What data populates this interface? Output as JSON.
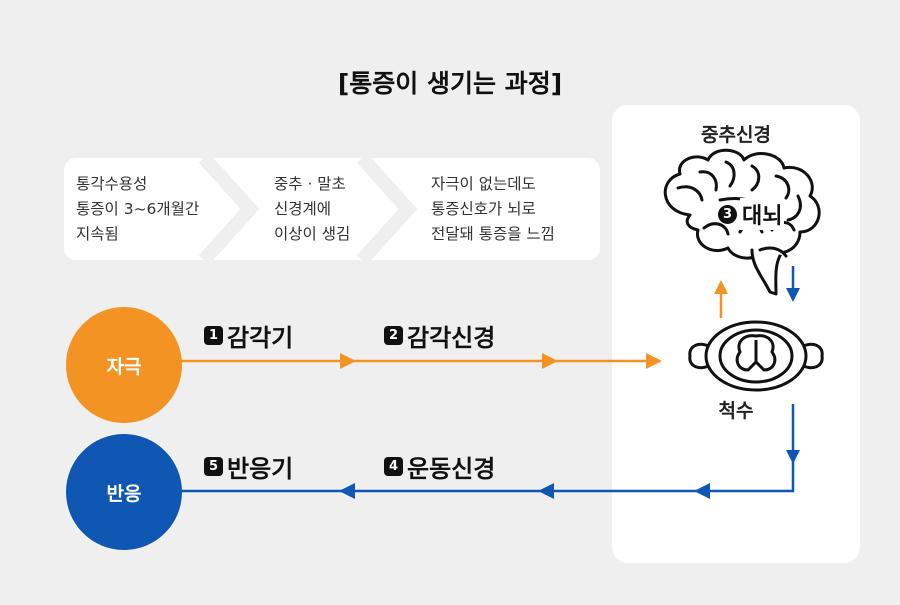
{
  "title": "[통증이 생기는 과정]",
  "chevrons": [
    {
      "text": "통각수용성\n통증이 3~6개월간\n지속됨"
    },
    {
      "text": "중추 · 말초\n신경계에\n이상이 생김"
    },
    {
      "text": "자극이 없는데도\n통증신호가 뇌로\n전달돼 통증을 느낌"
    }
  ],
  "central_nervous_system": "중추신경",
  "brain": {
    "number": "3",
    "label": "대뇌"
  },
  "spinal_cord": "척수",
  "stimulus": "자극",
  "response": "반응",
  "steps": {
    "receptor": {
      "number": "1",
      "label": "감각기"
    },
    "sensory_nerve": {
      "number": "2",
      "label": "감각신경"
    },
    "motor_nerve": {
      "number": "4",
      "label": "운동신경"
    },
    "effector": {
      "number": "5",
      "label": "반응기"
    }
  },
  "colors": {
    "orange": "#f39323",
    "blue": "#0f57b3",
    "background": "#efefef"
  }
}
